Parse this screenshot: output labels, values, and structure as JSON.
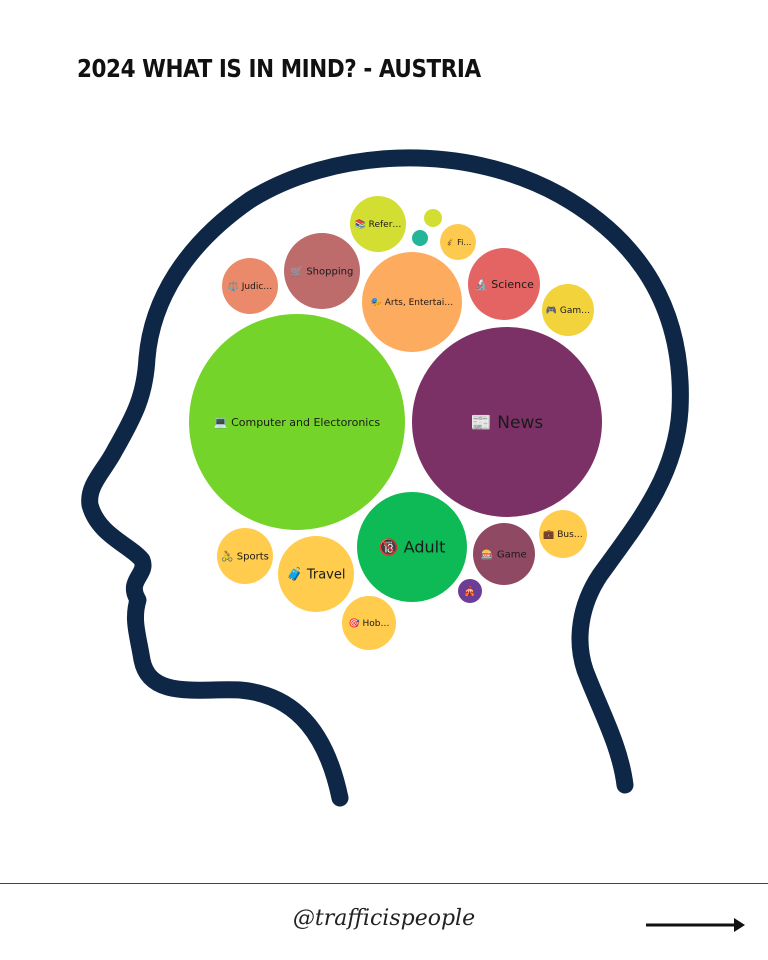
{
  "title": "2024 WHAT IS IN MIND? - AUSTRIA",
  "handle": "@trafficispeople",
  "colors": {
    "head_outline": "#0f2746",
    "background": "#ffffff"
  },
  "bubbles": [
    {
      "name": "computer-and-electronics",
      "icon": "💻",
      "label": "Computer and Electoronics",
      "color": "#75d42a"
    },
    {
      "name": "news",
      "icon": "📰",
      "label": "News",
      "color": "#7b3166"
    },
    {
      "name": "adult",
      "icon": "🔞",
      "label": "Adult",
      "color": "#0dba55"
    },
    {
      "name": "arts-entertainment",
      "icon": "🎭",
      "label": "Arts, Entertai…",
      "color": "#fdab5f"
    },
    {
      "name": "shopping",
      "icon": "🛒",
      "label": "Shopping",
      "color": "#bd6b6b"
    },
    {
      "name": "science",
      "icon": "🔬",
      "label": "Science",
      "color": "#e46464"
    },
    {
      "name": "judicial",
      "icon": "⚖️",
      "label": "Judic…",
      "color": "#ea8a6a"
    },
    {
      "name": "reference",
      "icon": "📚",
      "label": "Refer…",
      "color": "#d2de32"
    },
    {
      "name": "finance",
      "icon": "💰",
      "label": "Fi…",
      "color": "#fdca4f"
    },
    {
      "name": "games",
      "icon": "🎮",
      "label": "Gam…",
      "color": "#f2d33c"
    },
    {
      "name": "travel",
      "icon": "🧳",
      "label": "Travel",
      "color": "#ffcc4d"
    },
    {
      "name": "sports",
      "icon": "🚴",
      "label": "Sports",
      "color": "#ffcc4d"
    },
    {
      "name": "hobbies",
      "icon": "🎯",
      "label": "Hob…",
      "color": "#ffcc4d"
    },
    {
      "name": "game",
      "icon": "🎰",
      "label": "Game",
      "color": "#904962"
    },
    {
      "name": "business",
      "icon": "💼",
      "label": "Bus…",
      "color": "#ffcc4d"
    },
    {
      "name": "teal-small",
      "icon": "",
      "label": "",
      "color": "#22b597"
    },
    {
      "name": "lime-small",
      "icon": "",
      "label": "",
      "color": "#d2de32"
    },
    {
      "name": "purple-small",
      "icon": "🎪",
      "label": "",
      "color": "#6b3d96"
    }
  ]
}
